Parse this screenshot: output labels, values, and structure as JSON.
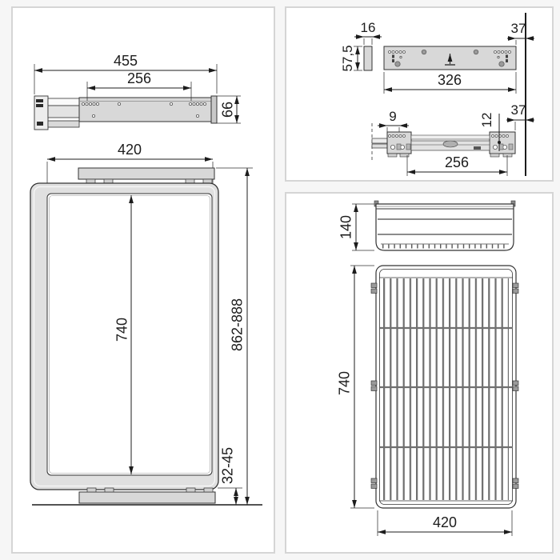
{
  "sheet": {
    "description": "Technical dimension drawings of a pull-out wardrobe frame, slide rails and wire basket",
    "colors": {
      "background": "#f6f6f6",
      "panel_fill": "#ffffff",
      "panel_border": "#d5d5d5",
      "line": "#1c1c1c",
      "metal_fill": "#d8d8d8"
    }
  },
  "drawings": {
    "slide_side_view": {
      "length_total": "455",
      "screw_spacing": "256",
      "height": "66"
    },
    "frame_front_view": {
      "width": "420",
      "inner_length": "740",
      "height_range": "862-888",
      "bottom_gap_range": "32-45"
    },
    "bracket_top_view": {
      "plate_thickness": "16",
      "plate_height": "57,5",
      "plate_length": "326",
      "wall_offset_top": "37",
      "front_hole_offset": "9",
      "hole_offset": "12",
      "wall_offset_side": "37",
      "screw_spacing": "256"
    },
    "basket_views": {
      "basket_height": "140",
      "basket_depth": "740",
      "basket_width": "420"
    }
  }
}
